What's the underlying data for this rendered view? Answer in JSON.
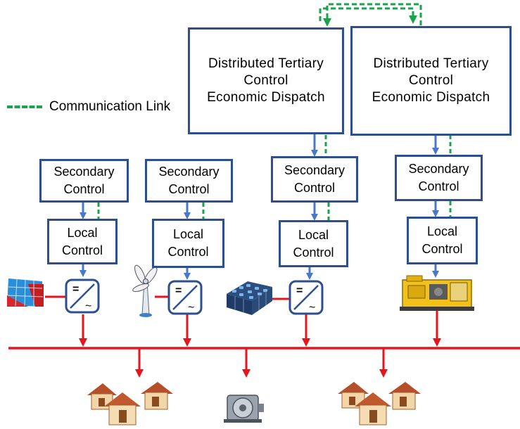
{
  "legend": {
    "communication_label": "Communication Link"
  },
  "tertiary_controls": [
    {
      "label": "Distributed  Tertiary\nControl\nEconomic  Dispatch"
    },
    {
      "label": "Distributed  Tertiary\nControl\nEconomic  Dispatch"
    }
  ],
  "secondary_controls": [
    {
      "label": "Secondary\nControl"
    },
    {
      "label": "Secondary\nControl"
    },
    {
      "label": "Secondary\nControl"
    },
    {
      "label": "Secondary\nControl"
    }
  ],
  "local_controls": [
    {
      "label": "Local\nControl"
    },
    {
      "label": "Local\nControl"
    },
    {
      "label": "Local\nControl"
    },
    {
      "label": "Local\nControl"
    }
  ],
  "converter_symbol": {
    "dc": "=",
    "ac": "~"
  },
  "sources": [
    {
      "icon": "solar-panel-icon"
    },
    {
      "icon": "wind-turbine-icon"
    },
    {
      "icon": "battery-bank-icon"
    },
    {
      "icon": "diesel-generator-icon"
    }
  ],
  "loads": [
    {
      "icon": "houses-icon"
    },
    {
      "icon": "industrial-motor-icon"
    },
    {
      "icon": "houses-icon"
    }
  ],
  "colors": {
    "box_border": "#2e4f8f",
    "control_arrow": "#4a78c8",
    "communication": "#1aa34a",
    "power_bus": "#e8141c"
  }
}
